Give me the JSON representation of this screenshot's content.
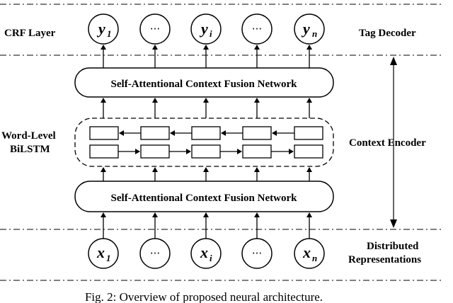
{
  "side_labels": {
    "crf_layer": "CRF Layer",
    "tag_decoder": "Tag Decoder",
    "word_level_1": "Word-Level",
    "word_level_2": "BiLSTM",
    "context_encoder": "Context Encoder",
    "distributed_1": "Distributed",
    "distributed_2": "Representations"
  },
  "fusion_top_label": "Self-Attentional Context Fusion Network",
  "fusion_bottom_label": "Self-Attentional Context Fusion Network",
  "output_nodes": [
    {
      "base": "y",
      "sub": "1"
    },
    {
      "base": "",
      "sub": "",
      "ellipsis": "···"
    },
    {
      "base": "y",
      "sub": "i"
    },
    {
      "base": "",
      "sub": "",
      "ellipsis": "···"
    },
    {
      "base": "y",
      "sub": "n"
    }
  ],
  "input_nodes": [
    {
      "base": "x",
      "sub": "1"
    },
    {
      "base": "",
      "sub": "",
      "ellipsis": "···"
    },
    {
      "base": "x",
      "sub": "i"
    },
    {
      "base": "",
      "sub": "",
      "ellipsis": "···"
    },
    {
      "base": "x",
      "sub": "n"
    }
  ],
  "caption": "Fig. 2: Overview of proposed neural architecture."
}
